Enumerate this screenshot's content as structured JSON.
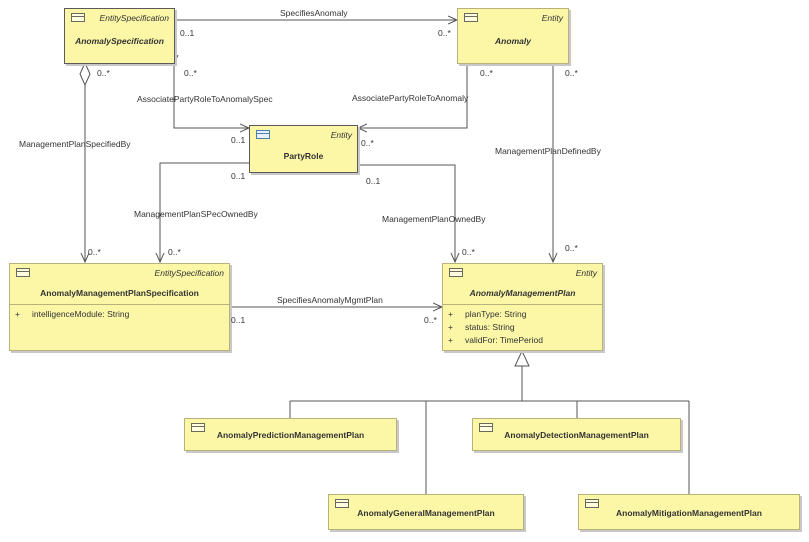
{
  "classes": {
    "anomaly_specification": {
      "stereotype": "EntitySpecification",
      "name": "AnomalySpecification"
    },
    "anomaly": {
      "stereotype": "Entity",
      "name": "Anomaly"
    },
    "party_role": {
      "stereotype": "Entity",
      "name": "PartyRole"
    },
    "anomaly_management_plan_specification": {
      "stereotype": "EntitySpecification",
      "name": "AnomalyManagementPlanSpecification",
      "attributes": [
        {
          "visibility": "+",
          "text": "intelligenceModule: String"
        }
      ]
    },
    "anomaly_management_plan": {
      "stereotype": "Entity",
      "name": "AnomalyManagementPlan",
      "attributes": [
        {
          "visibility": "+",
          "text": "planType: String"
        },
        {
          "visibility": "+",
          "text": "status: String"
        },
        {
          "visibility": "+",
          "text": "validFor: TimePeriod"
        }
      ]
    },
    "anomaly_prediction_management_plan": {
      "name": "AnomalyPredictionManagementPlan"
    },
    "anomaly_detection_management_plan": {
      "name": "AnomalyDetectionManagementPlan"
    },
    "anomaly_general_management_plan": {
      "name": "AnomalyGeneralManagementPlan"
    },
    "anomaly_mitigation_management_plan": {
      "name": "AnomalyMitigationManagementPlan"
    }
  },
  "associations": {
    "specifies_anomaly": "SpecifiesAnomaly",
    "associate_party_role_to_anomaly_spec": "AssociatePartyRoleToAnomalySpec",
    "associate_party_role_to_anomaly": "AssociatePartyRoleToAnomaly",
    "management_plan_specified_by": "ManagementPlanSpecifiedBy",
    "management_plan_defined_by": "ManagementPlanDefinedBy",
    "management_plan_spec_owned_by": "ManagementPlanSPecOwnedBy",
    "management_plan_owned_by": "ManagementPlanOwnedBy",
    "specifies_anomaly_mgmt_plan": "SpecifiesAnomalyMgmtPlan"
  },
  "multiplicities": {
    "m_spec_top_right": "0..1",
    "m_anomaly_left": "0..*",
    "m_spec_under": "0..*",
    "m_spec_assoc": "0..*",
    "m_anomaly_assoc": "0..*",
    "m_anomaly_right": "0..*",
    "m_party_top_left": "0..1",
    "m_party_top_right": "0..*",
    "m_party_bottom_left": "0..1",
    "m_party_bottom_right": "0..1",
    "m_amps_top_left": "0..*",
    "m_amps_top_right": "0..*",
    "m_amp_top_left": "0..*",
    "m_amp_top_right": "0..*",
    "m_amps_right": "0..1",
    "m_amp_left": "0..*"
  }
}
